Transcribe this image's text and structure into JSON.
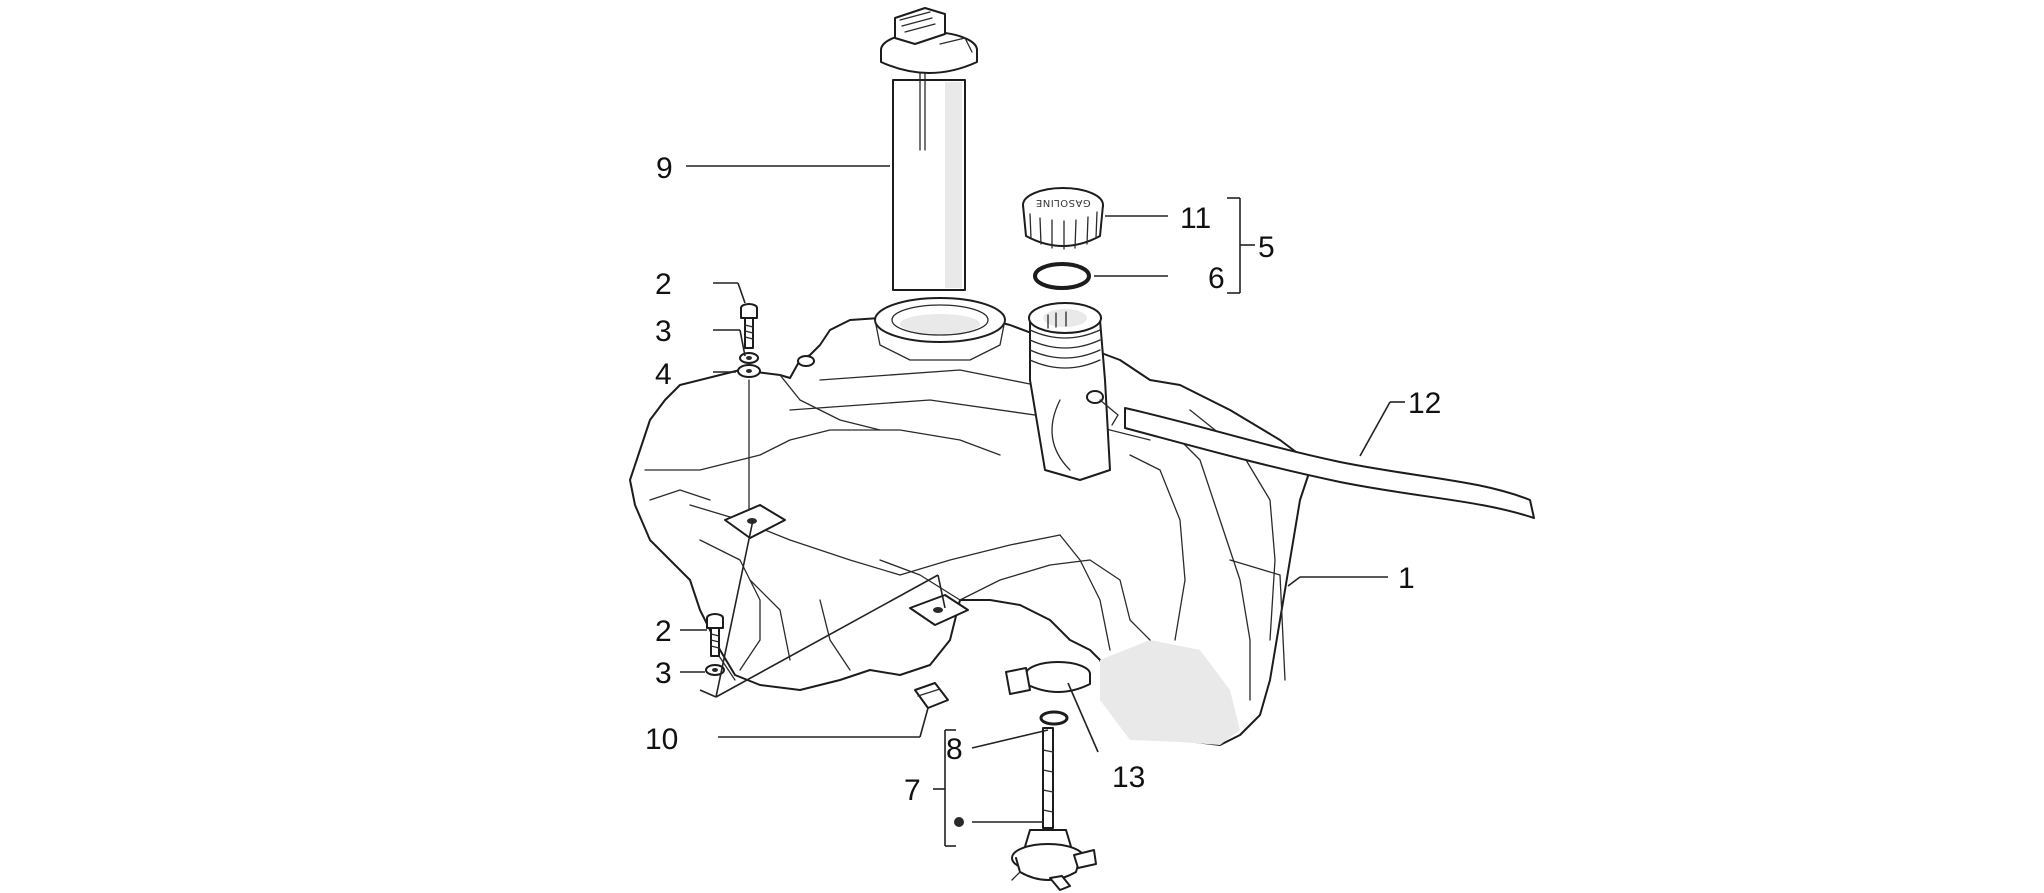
{
  "callouts": {
    "c1": "1",
    "c2a": "2",
    "c2b": "2",
    "c3a": "3",
    "c3b": "3",
    "c4": "4",
    "c5": "5",
    "c6": "6",
    "c7": "7",
    "c8": "8",
    "c9": "9",
    "c10": "10",
    "c11": "11",
    "c12": "12",
    "c13": "13"
  },
  "cap_marking": "GASOLINE",
  "colors": {
    "ink": "#1c1c1c",
    "background": "#ffffff"
  }
}
